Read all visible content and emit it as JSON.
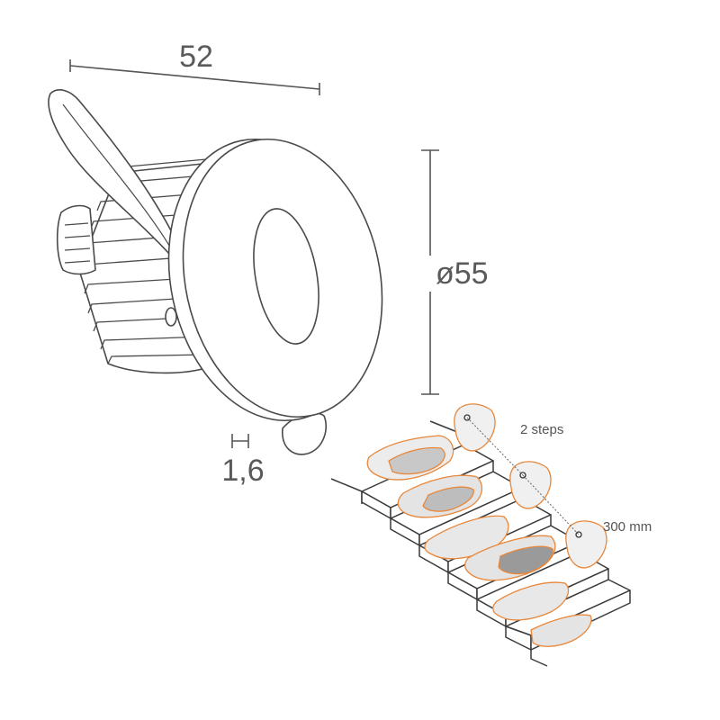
{
  "dimensions": {
    "width_label": "52",
    "diameter_label": "ø55",
    "thickness_label": "1,6"
  },
  "stairs_annotation": {
    "steps_label": "2 steps",
    "distance_label": "300 mm"
  },
  "colors": {
    "line": "#4a4a4a",
    "dimension_line": "#555555",
    "light_beam": "#e8873a",
    "beam_fill": "#d9d9d9",
    "beam_dark": "#9a9a9a"
  },
  "icons": {
    "product": "recessed-step-light",
    "stairs": "stair-illumination-diagram"
  }
}
